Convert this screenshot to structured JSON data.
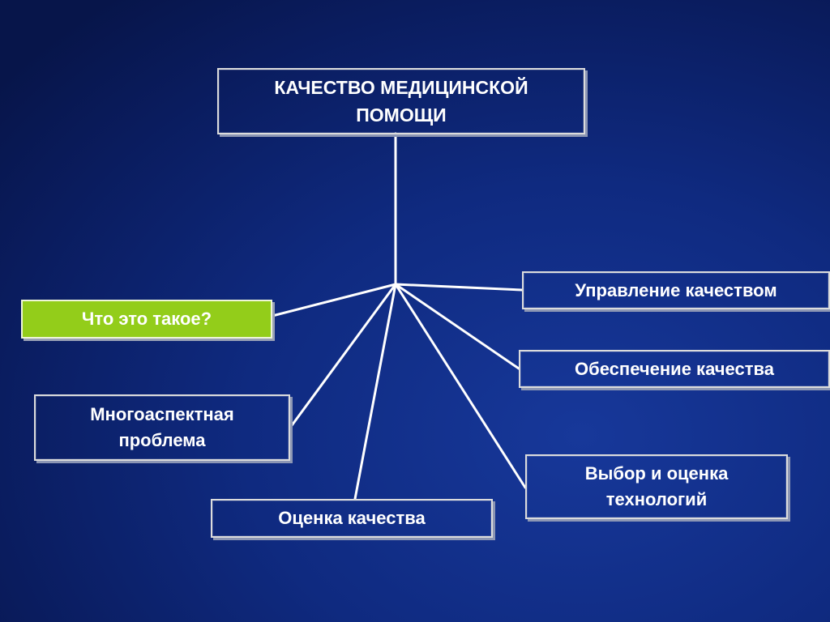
{
  "diagram": {
    "root": "КАЧЕСТВО МЕДИЦИНСКОЙ\nПОМОЩИ",
    "nodes": {
      "what_is_it": "Что это такое?",
      "multi_aspect": "Многоаспектная\nпроблема",
      "assessment": "Оценка качества",
      "management": "Управление качеством",
      "assurance": "Обеспечение качества",
      "tech_selection": "Выбор и оценка\nтехнологий"
    },
    "colors": {
      "background": "#0f2a80",
      "highlight": "#93cd1a",
      "border": "#dcdcdc",
      "line": "#ffffff"
    }
  }
}
